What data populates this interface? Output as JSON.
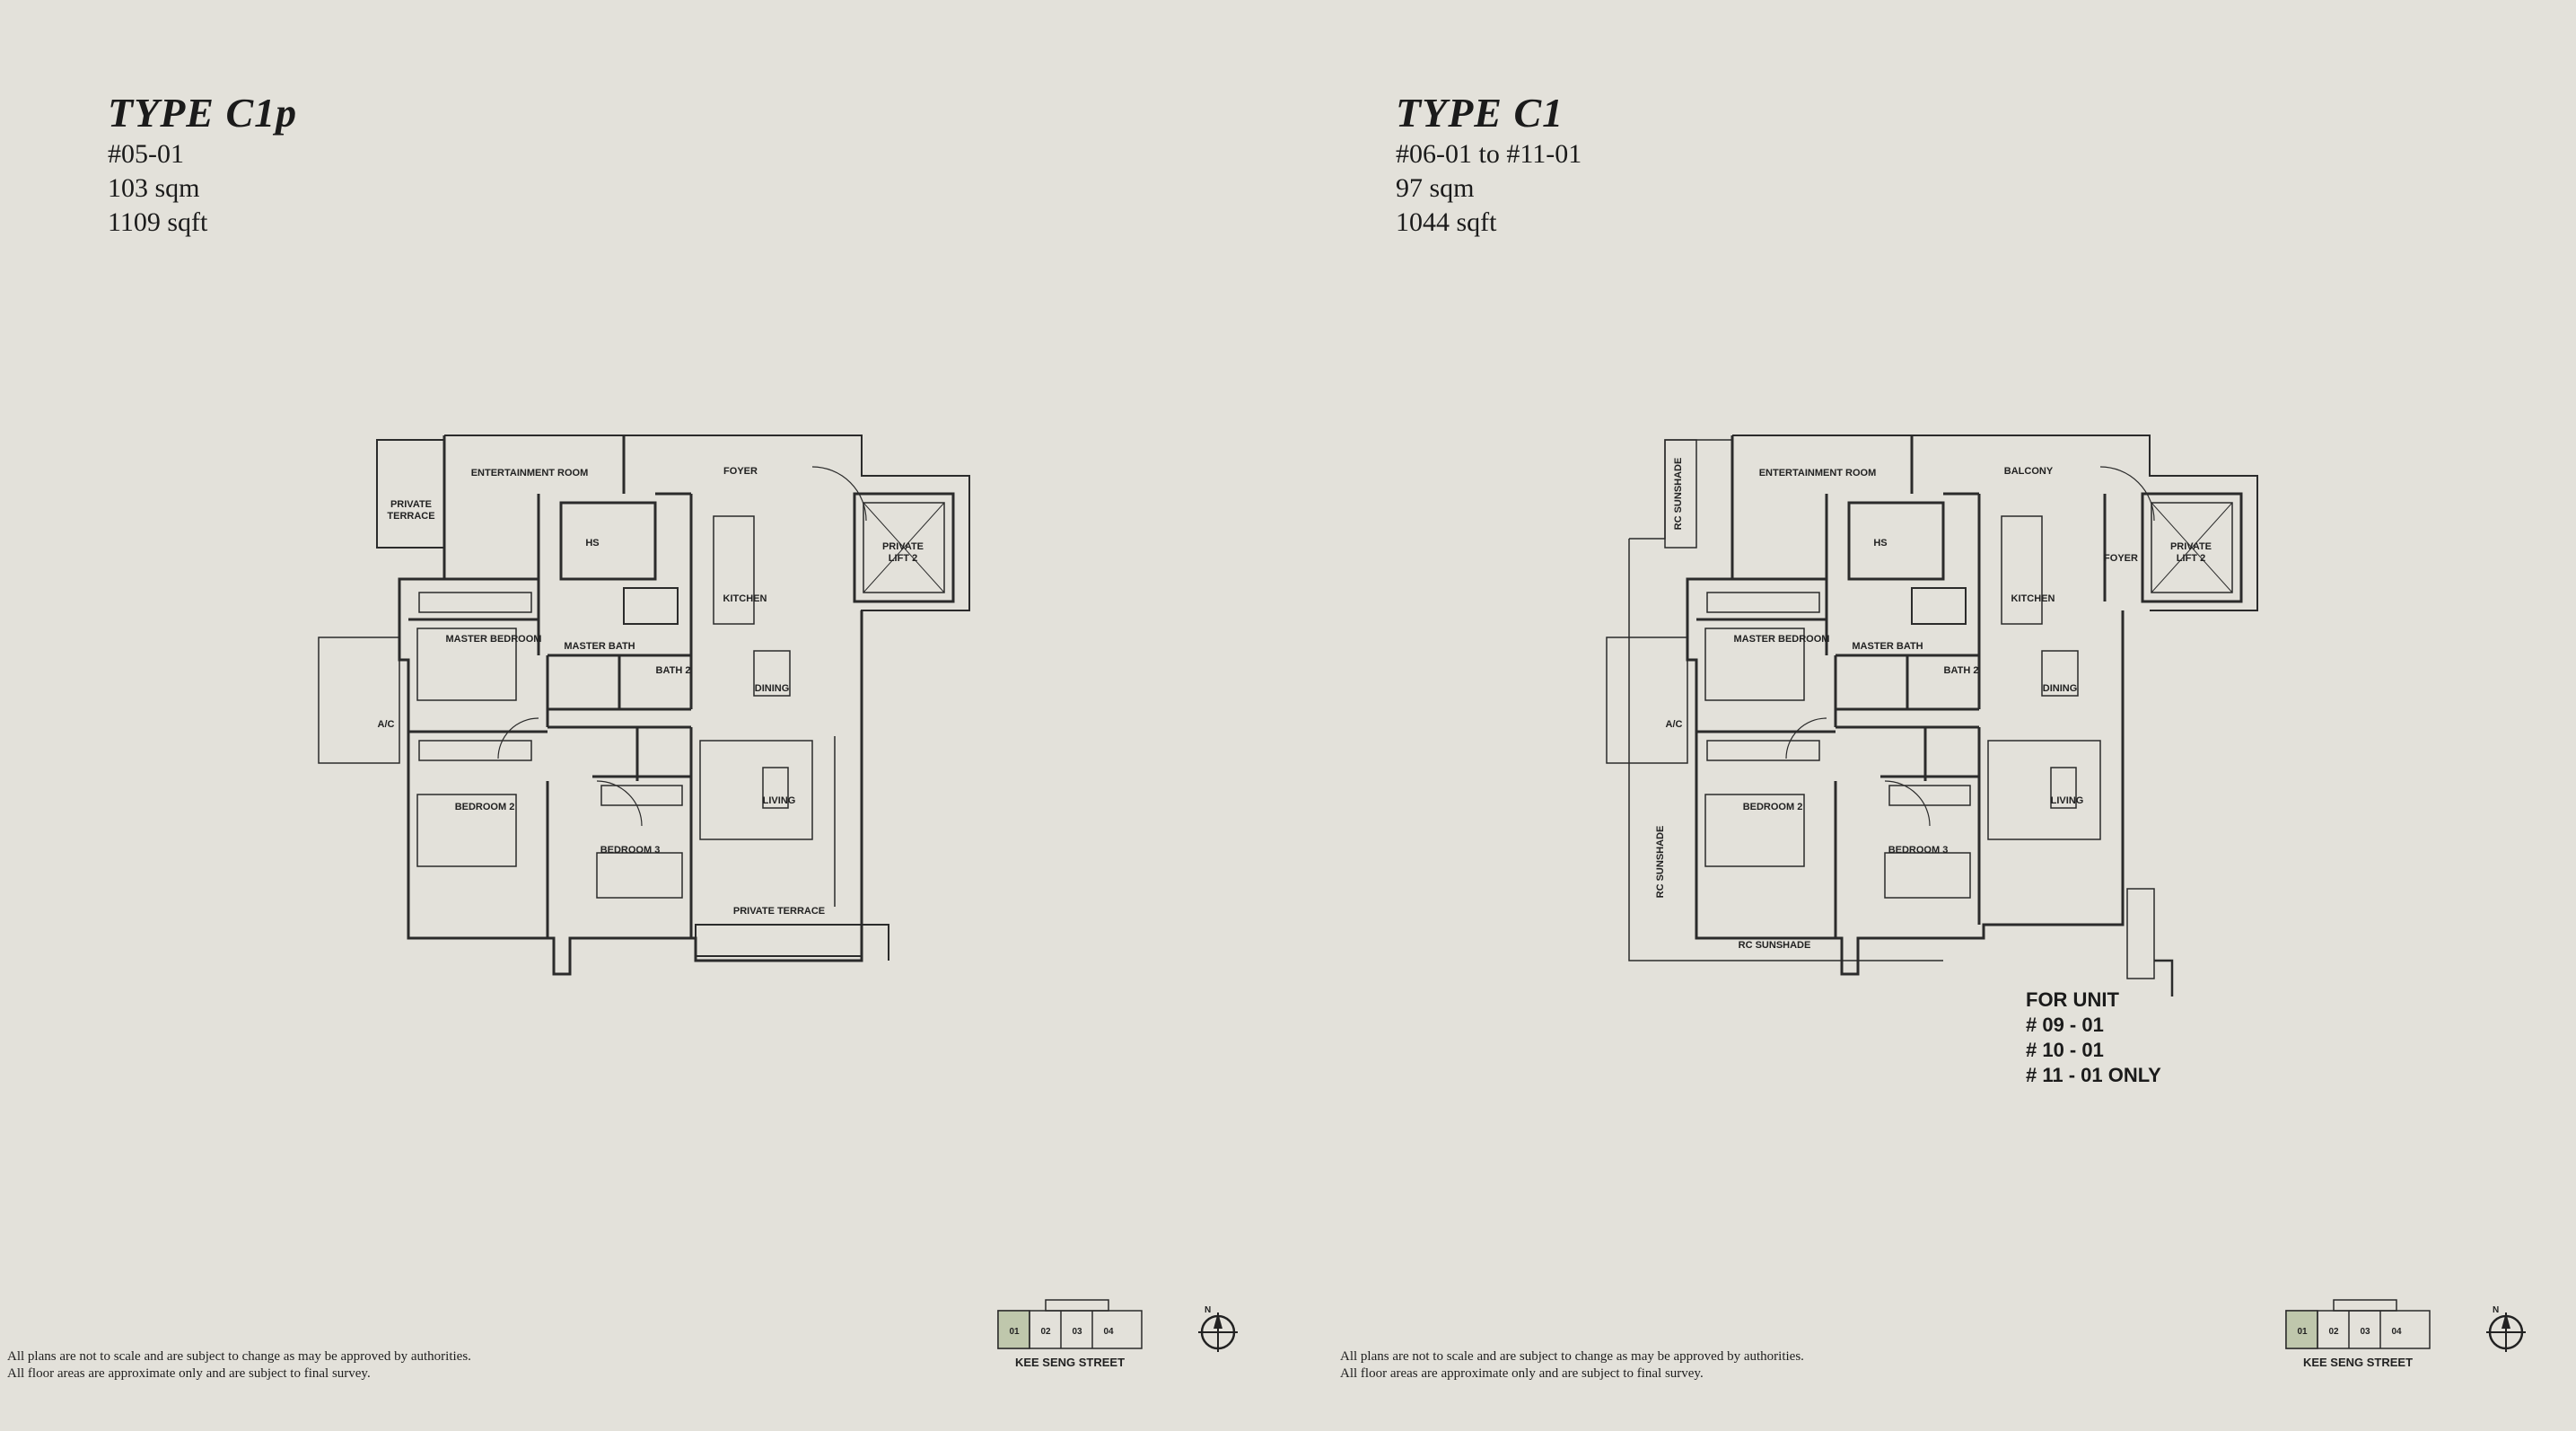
{
  "left": {
    "type_title": "TYPE C1p",
    "unit_numbers": "#05-01",
    "area_sqm": "103 sqm",
    "area_sqft": "1109 sqft",
    "rooms": {
      "private_terrace_a": "PRIVATE",
      "private_terrace_b": "TERRACE",
      "entertainment": "ENTERTAINMENT ROOM",
      "foyer": "FOYER",
      "hs": "HS",
      "kitchen": "KITCHEN",
      "lift_a": "PRIVATE",
      "lift_b": "LIFT 2",
      "master_bedroom": "MASTER BEDROOM",
      "master_bath": "MASTER BATH",
      "bath2": "BATH 2",
      "dining": "DINING",
      "ac": "A/C",
      "bedroom2": "BEDROOM 2",
      "bedroom3": "BEDROOM 3",
      "living": "LIVING",
      "private_terrace_bottom": "PRIVATE TERRACE"
    },
    "disclaimer_1": "All plans are not to scale and are subject to change as may be approved by authorities.",
    "disclaimer_2": "All floor areas are approximate only and are subject to final survey.",
    "key_plan_units": [
      "01",
      "02",
      "03",
      "04"
    ],
    "key_plan_street": "KEE SENG STREET",
    "north_label": "N"
  },
  "right": {
    "type_title": "TYPE C1",
    "unit_numbers": "#06-01 to #11-01",
    "area_sqm": "97 sqm",
    "area_sqft": "1044 sqft",
    "rooms": {
      "rc_sunshade_top": "RC SUNSHADE",
      "entertainment": "ENTERTAINMENT ROOM",
      "balcony": "BALCONY",
      "hs": "HS",
      "kitchen": "KITCHEN",
      "foyer": "FOYER",
      "lift_a": "PRIVATE",
      "lift_b": "LIFT 2",
      "master_bedroom": "MASTER BEDROOM",
      "master_bath": "MASTER BATH",
      "bath2": "BATH 2",
      "dining": "DINING",
      "ac": "A/C",
      "bedroom2": "BEDROOM 2",
      "bedroom3": "BEDROOM 3",
      "living": "LIVING",
      "rc_sunshade_side": "RC SUNSHADE",
      "rc_sunshade_bottom": "RC SUNSHADE"
    },
    "unit_note": [
      "FOR UNIT",
      "# 09 - 01",
      "# 10 - 01",
      "# 11 - 01 ONLY"
    ],
    "disclaimer_1": "All plans are not to scale and are subject to change as may be approved by authorities.",
    "disclaimer_2": "All floor areas are approximate only and are subject to final survey.",
    "key_plan_units": [
      "01",
      "02",
      "03",
      "04"
    ],
    "key_plan_street": "KEE SENG STREET",
    "north_label": "N"
  },
  "colors": {
    "background": "#e3e1da",
    "wall": "#2b2b2b",
    "highlight_unit": "#bfc7ac"
  }
}
